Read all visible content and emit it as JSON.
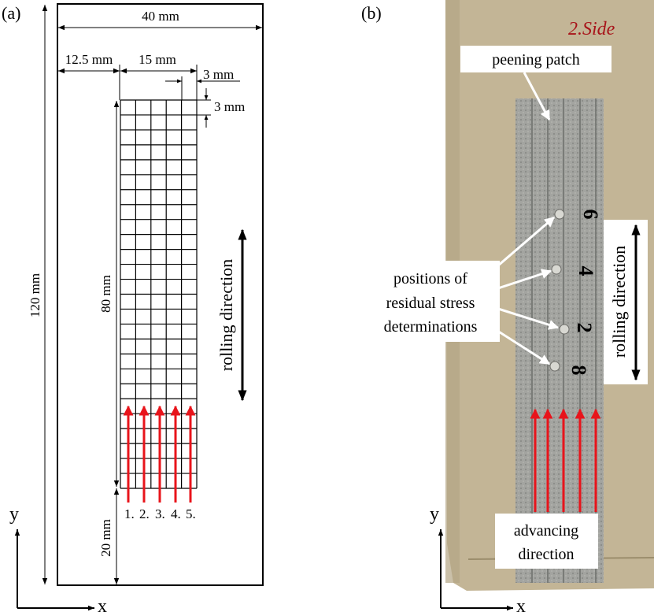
{
  "panel_a": {
    "label": "(a)",
    "dims": {
      "width_total": "40 mm",
      "left_margin": "12.5 mm",
      "patch_width": "15 mm",
      "cell_w": "3 mm",
      "cell_h": "3 mm",
      "height_total": "120 mm",
      "patch_height": "80 mm",
      "bottom_margin": "20 mm"
    },
    "track_labels": [
      "1.",
      "2.",
      "3.",
      "4.",
      "5."
    ],
    "rolling_label": "rolling direction",
    "axis_y": "y",
    "axis_x": "x"
  },
  "panel_b": {
    "label": "(b)",
    "specimen_mark": "2.Side",
    "peening_label": "peening patch",
    "positions_label": [
      "positions of",
      "residual stress",
      "determinations"
    ],
    "point_marks": [
      "6",
      "4",
      "2",
      "8"
    ],
    "rolling_label": "rolling direction",
    "advancing_label": [
      "advancing",
      "direction"
    ],
    "axis_y": "y",
    "axis_x": "x"
  },
  "colors": {
    "arrow_red": "#e8141b",
    "plate_tan": "#c2b595",
    "patch_gray": "#9ea09c",
    "marker_red": "#a8141a"
  }
}
